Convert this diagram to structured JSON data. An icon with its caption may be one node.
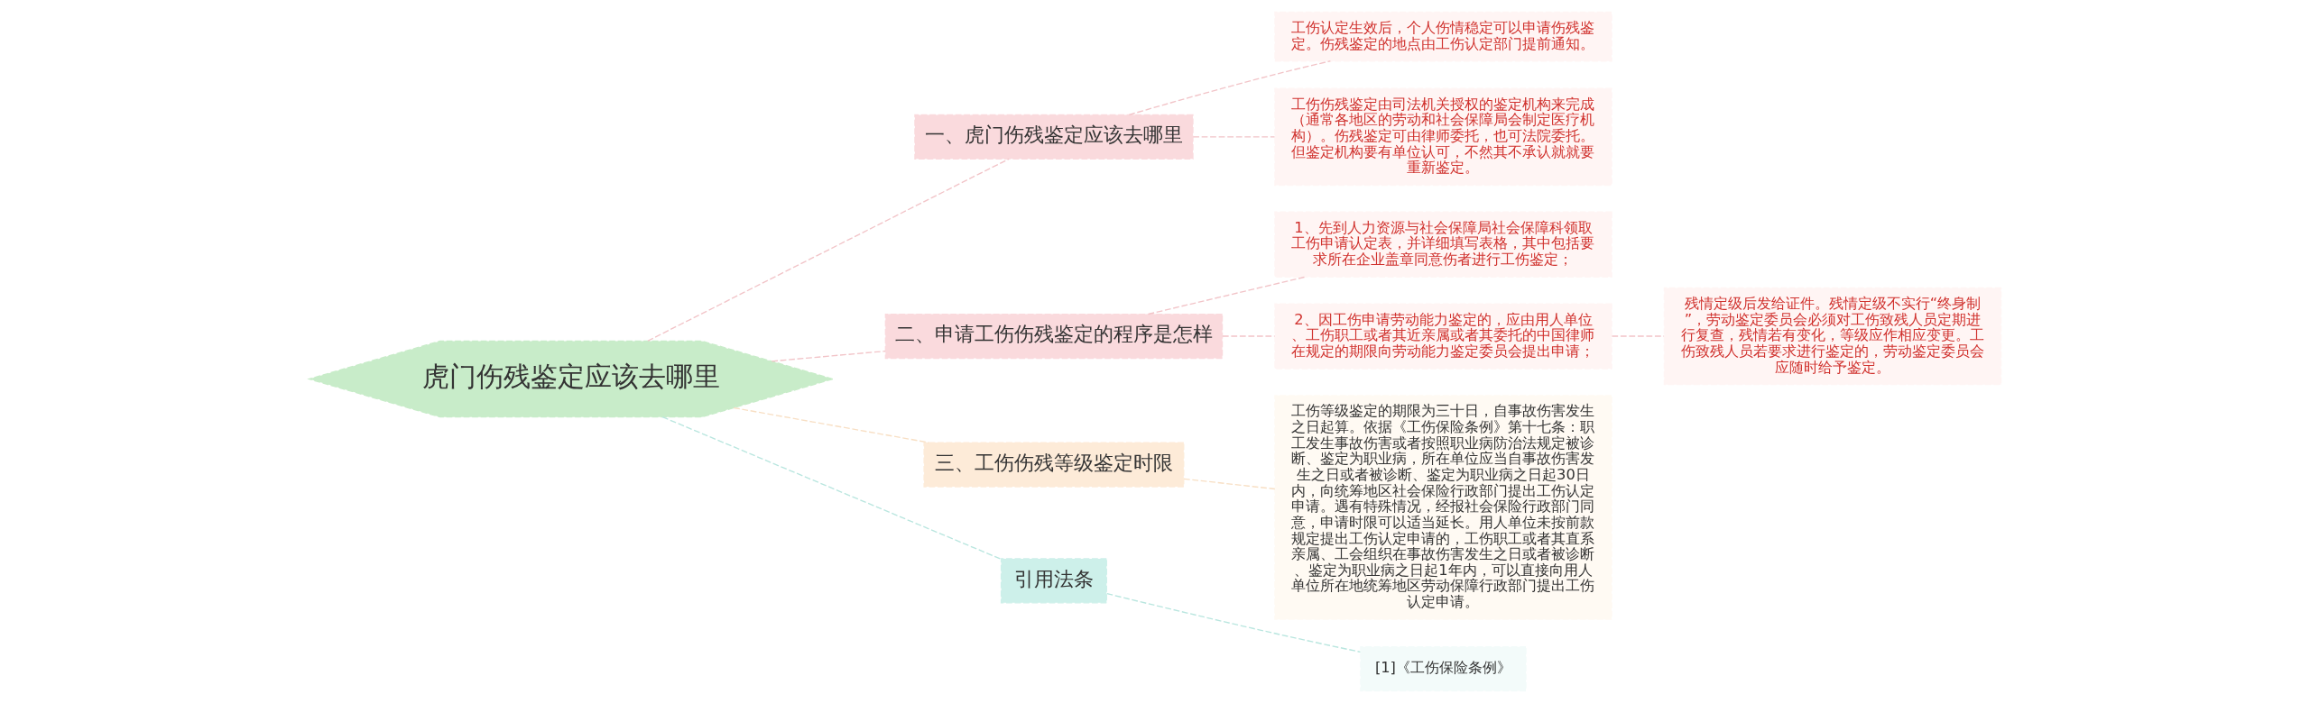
{
  "diagram": {
    "nodes": [
      {
        "text": [
          "虎门伤残鉴定应该去哪里"
        ]
      },
      {
        "text": [
          "一、虎门伤残鉴定应该去哪里"
        ]
      },
      {
        "text": [
          "工伤认定生效后，个人伤情稳定可以申请伤残鉴定。伤残鉴定的地点由工伤认定部门提前通知。"
        ]
      },
      {
        "text": [
          "工伤伤残鉴定由司法机关授权的鉴定机构来完成（通常各地区的劳动和社会保障局会制定医疗机构）。伤残鉴定可由律师委托，也可法院委托。但鉴定机构要有单位认可，不然其不承认就就要重新鉴定。"
        ]
      },
      {
        "text": [
          "二、申请工伤伤残鉴定的程序是怎样"
        ]
      },
      {
        "text": [
          "1、先到人力资源与社会保障局社会保障科领取工伤申请认定表，并详细填写表格，其中包括要求所在企业盖章同意伤者进行工伤鉴定；"
        ]
      },
      {
        "text": [
          "2、因工伤申请劳动能力鉴定的，应由用人单位、工伤职工或者其近亲属或者其委托的中国律师在规定的期限向劳动能力鉴定委员会提出申请；"
        ]
      },
      {
        "text": [
          "残情定级后发给证件。残情定级不实行“终身制”，劳动鉴定委员会必须对工伤致残人员定期进行复查，残情若有变化，等级应作相应变更。工伤致残人员若要求进行鉴定的，劳动鉴定委员会应随时给予鉴定。"
        ]
      },
      {
        "text": [
          "三、工伤伤残等级鉴定时限"
        ]
      },
      {
        "text": [
          "工伤等级鉴定的期限为三十日，自事故伤害发生之日起算。依据《工伤保险条例》第十七条：职工发生事故伤害或者按照职业病防治法规定被诊断、鉴定为职业病，所在单位应当自事故伤害发生之日或者被诊断、鉴定为职业病之日起30日内，向统筹地区社会保险行政部门提出工伤认定申请。遇有特殊情况，经报社会保险行政部门同意，申请时限可以适当延长。用人单位未按前款规定提出工伤认定申请的，工伤职工或者其直系亲属、工会组织在事故伤害发生之日或者被诊断、鉴定为职业病之日起1年内，可以直接向用人单位所在地统筹地区劳动保障行政部门提出工伤认定申请。"
        ]
      },
      {
        "text": [
          "引用法条"
        ]
      },
      {
        "text": [
          "[1]《工伤保险条例》"
        ]
      }
    ],
    "edges": [
      {
        "from": 0,
        "to": 1,
        "arrow": "none",
        "style": "dashed"
      },
      {
        "from": 1,
        "to": 2,
        "arrow": "none",
        "style": "dashed"
      },
      {
        "from": 1,
        "to": 3,
        "arrow": "none",
        "style": "dashed"
      },
      {
        "from": 0,
        "to": 4,
        "arrow": "none",
        "style": "dashed"
      },
      {
        "from": 4,
        "to": 5,
        "arrow": "none",
        "style": "dashed"
      },
      {
        "from": 4,
        "to": 6,
        "arrow": "none",
        "style": "dashed"
      },
      {
        "from": 6,
        "to": 7,
        "arrow": "none",
        "style": "dashed"
      },
      {
        "from": 0,
        "to": 8,
        "arrow": "none",
        "style": "dashed",
        "color": "#f8dfc4"
      },
      {
        "from": 8,
        "to": 9,
        "arrow": "none",
        "style": "dashed",
        "color": "#f8dfc4"
      },
      {
        "from": 0,
        "to": 10,
        "arrow": "none",
        "style": "dashed",
        "color": "#b9e6df"
      },
      {
        "from": 10,
        "to": 11,
        "arrow": "none",
        "style": "dashed",
        "color": "#b9e6df"
      }
    ]
  }
}
